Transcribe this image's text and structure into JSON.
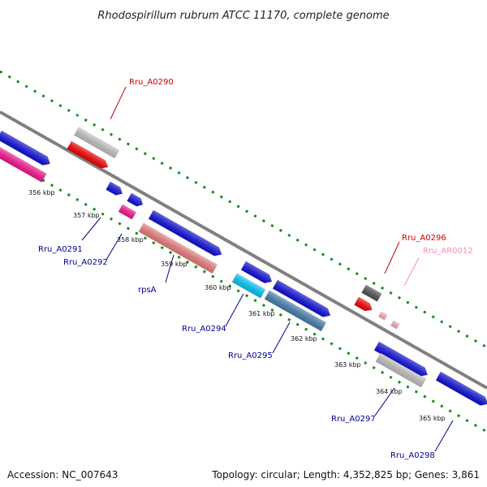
{
  "title": "Rhodospirillum rubrum ATCC 11170, complete genome",
  "footer": {
    "accession": "Accession: NC_007643",
    "topology": "Topology: circular; Length: 4,352,825 bp; Genes: 3,861"
  },
  "colors": {
    "backbone": "#808080",
    "tick_green": "#1a8a1a",
    "forward_gene": "#1010e0",
    "reverse_gene": "#f08080",
    "hotpink": "#ff1493",
    "red": "#ff0000",
    "silver": "#c8c8c8",
    "cyan": "#00ccff",
    "steelblue": "#4682b4",
    "darkgray": "#555555",
    "pink": "#ffb6c1",
    "label_blue": "#00008b",
    "label_red": "#cc0000",
    "label_pink": "#ff88bb"
  },
  "ticks": [
    {
      "label": "356 kbp"
    },
    {
      "label": "357 kbp"
    },
    {
      "label": "358 kbp"
    },
    {
      "label": "359 kbp"
    },
    {
      "label": "360 kbp"
    },
    {
      "label": "361 kbp"
    },
    {
      "label": "362 kbp"
    },
    {
      "label": "363 kbp"
    },
    {
      "label": "364 kbp"
    },
    {
      "label": "365 kbp"
    }
  ],
  "gene_labels": [
    {
      "name": "Rru_A0290",
      "color": "#cc0000"
    },
    {
      "name": "Rru_A0291",
      "color": "#00008b"
    },
    {
      "name": "Rru_A0292",
      "color": "#00008b"
    },
    {
      "name": "rpsA",
      "color": "#00008b"
    },
    {
      "name": "Rru_A0294",
      "color": "#00008b"
    },
    {
      "name": "Rru_A0295",
      "color": "#00008b"
    },
    {
      "name": "Rru_A0296",
      "color": "#cc0000"
    },
    {
      "name": "Rru_AR0012",
      "color": "#ff88bb"
    },
    {
      "name": "Rru_A0297",
      "color": "#00008b"
    },
    {
      "name": "Rru_A0298",
      "color": "#00008b"
    }
  ]
}
